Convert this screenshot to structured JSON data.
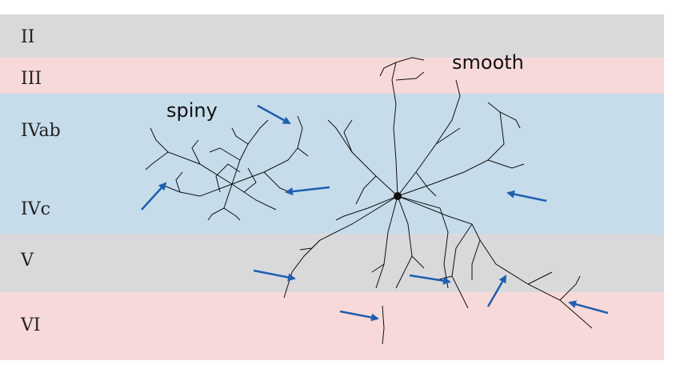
{
  "layers": [
    {
      "name": "II",
      "color": "#d9d9dc"
    },
    {
      "name": "III",
      "color": "#f8d9d9"
    },
    {
      "name": "IVab",
      "color": "#c6dceb"
    },
    {
      "name": "IVc",
      "color": "#c6dceb"
    },
    {
      "name": "V",
      "color": "#d9d9dc"
    },
    {
      "name": "VI",
      "color": "#f8d9d9"
    }
  ],
  "cell_labels": {
    "spiny": "spiny",
    "smooth": "smooth"
  },
  "colors": {
    "arrow": "#1f5fb0",
    "dendrite": "#111111"
  },
  "icons": [
    "arrow-icon"
  ]
}
